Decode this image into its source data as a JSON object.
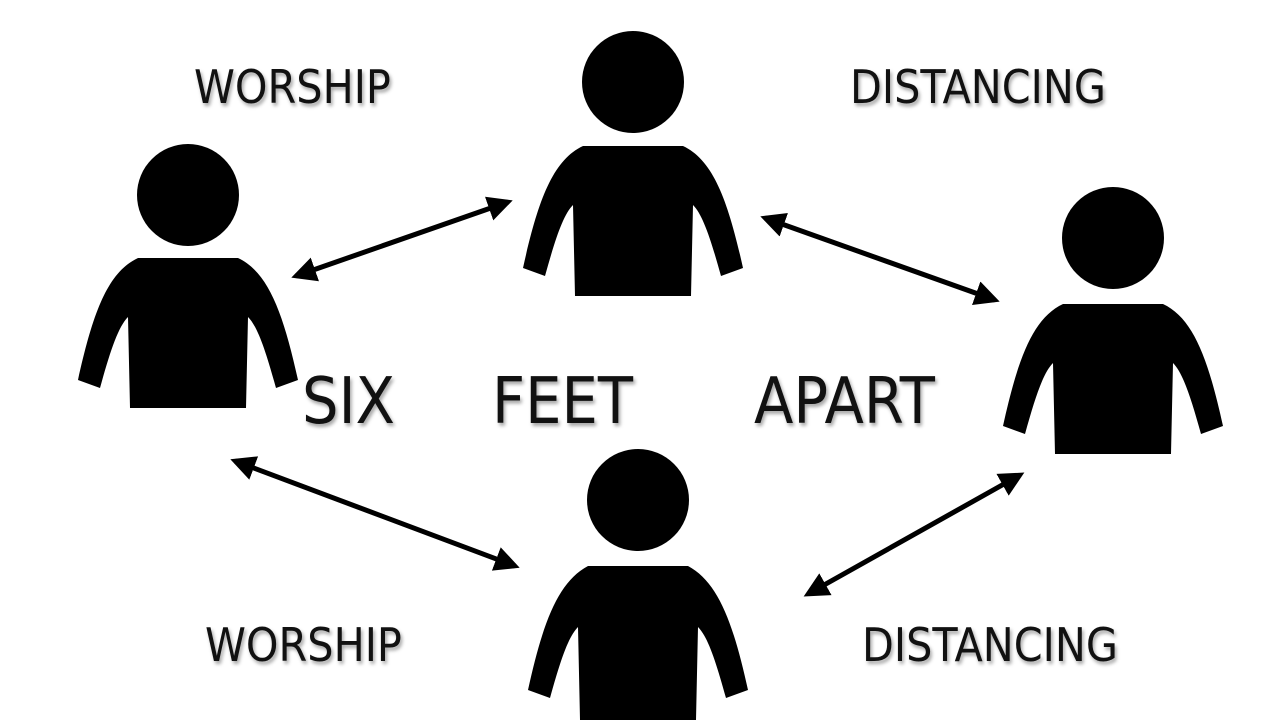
{
  "labels": {
    "top_left": "WORSHIP",
    "top_right": "DISTANCING",
    "bottom_left": "WORSHIP",
    "bottom_right": "DISTANCING",
    "center_1": "SIX",
    "center_2": "FEET",
    "center_3": "APART"
  },
  "colors": {
    "figure": "#000000",
    "text": "#111111",
    "background": "#ffffff"
  },
  "icons": [
    "person-icon",
    "double-arrow-icon"
  ]
}
